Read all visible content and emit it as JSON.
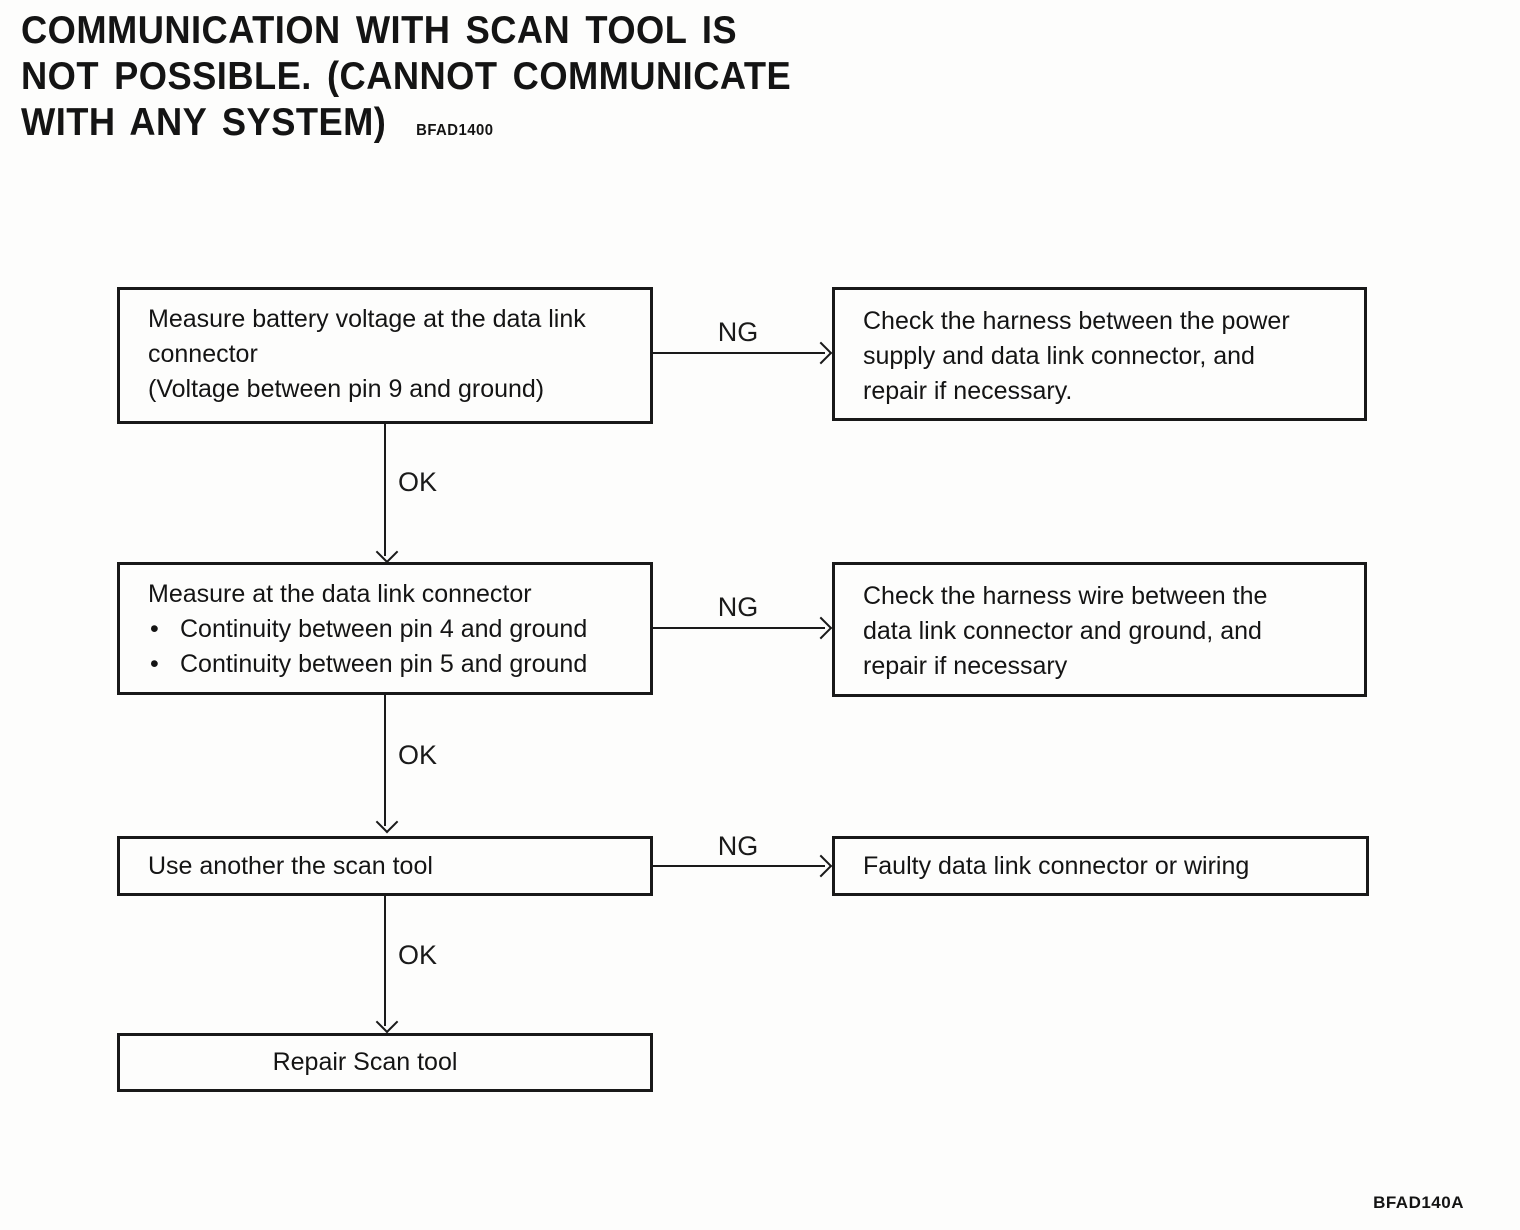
{
  "title": {
    "line1": "COMMUNICATION WITH SCAN TOOL IS",
    "line2": "NOT POSSIBLE. (CANNOT COMMUNICATE",
    "line3": "WITH ANY SYSTEM)",
    "code": "BFAD1400"
  },
  "footer": {
    "code": "BFAD140A"
  },
  "flow": {
    "step1": {
      "lines": [
        "Measure battery voltage at the data link",
        "connector",
        "(Voltage between pin 9 and ground)"
      ],
      "ok_label": "OK",
      "ng_label": "NG",
      "ng_result_lines": [
        "Check the harness between the power",
        "supply and data link connector, and",
        "repair if necessary."
      ]
    },
    "step2": {
      "heading": "Measure at the data link connector",
      "bullets": [
        "Continuity between pin 4 and ground",
        "Continuity between pin 5 and ground"
      ],
      "ok_label": "OK",
      "ng_label": "NG",
      "ng_result_lines": [
        "Check the harness wire between the",
        "data link connector and ground, and",
        "repair if necessary"
      ]
    },
    "step3": {
      "text": "Use another the scan tool",
      "ok_label": "OK",
      "ng_label": "NG",
      "ng_result": "Faulty data link connector or wiring"
    },
    "step4": {
      "text": "Repair Scan tool"
    }
  }
}
